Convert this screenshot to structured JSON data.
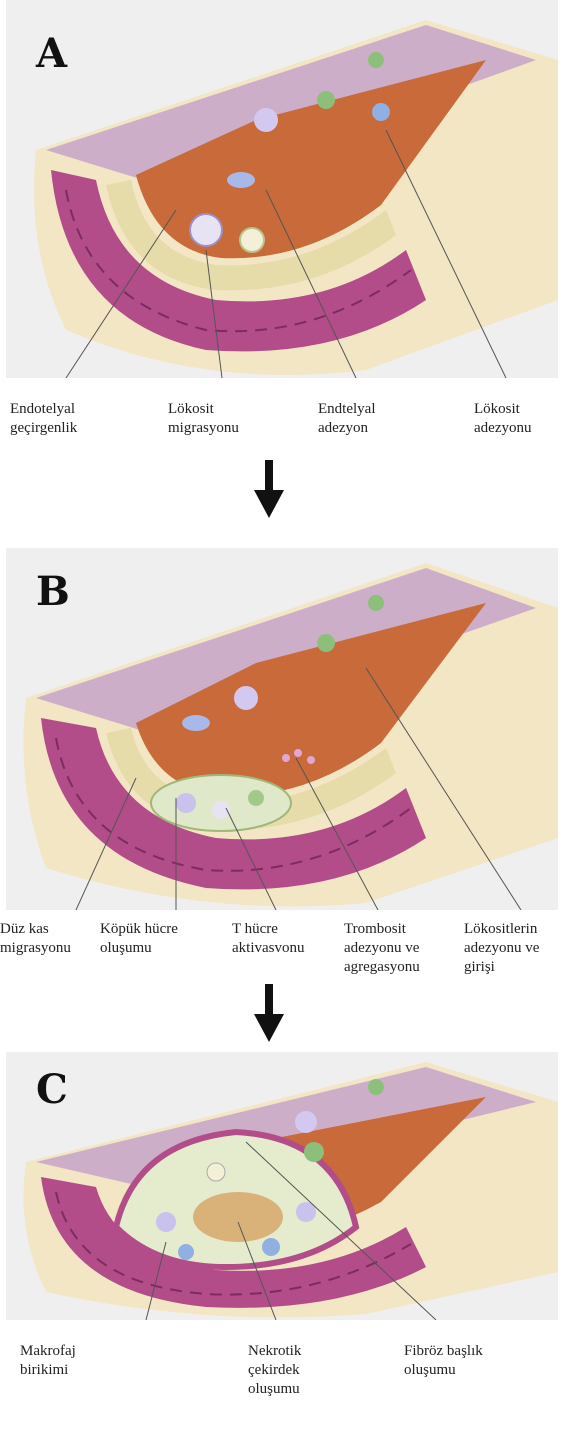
{
  "panels": [
    {
      "letter": "A",
      "labels": [
        {
          "text": "Endotelyal\ngeçirgenlik"
        },
        {
          "text": "Lökosit\nmigrasyonu"
        },
        {
          "text": "Endtelyal\nadezyon"
        },
        {
          "text": "Lökosit\nadezyonu"
        }
      ]
    },
    {
      "letter": "B",
      "labels": [
        {
          "text": "Düz kas\nmigrasyonu"
        },
        {
          "text": "Köpük hücre\noluşumu"
        },
        {
          "text": "T hücre\naktivasvonu"
        },
        {
          "text": "Trombosit\nadezyonu ve\nagregasyonu"
        },
        {
          "text": "Lökositlerin\nadezyonu ve\ngirişi"
        }
      ]
    },
    {
      "letter": "C",
      "labels": [
        {
          "text": "Makrofaj\nbirikimi"
        },
        {
          "text": "Nekrotik\nçekirdek\noluşumu"
        },
        {
          "text": "Fibröz başlık\noluşumu"
        }
      ]
    }
  ],
  "colors": {
    "lumen": "#c86a3a",
    "media": "#b24d8a",
    "intima": "#e6dcaa",
    "adventitia": "#f2e6c4",
    "outer_wall": "#c7a3c9"
  }
}
